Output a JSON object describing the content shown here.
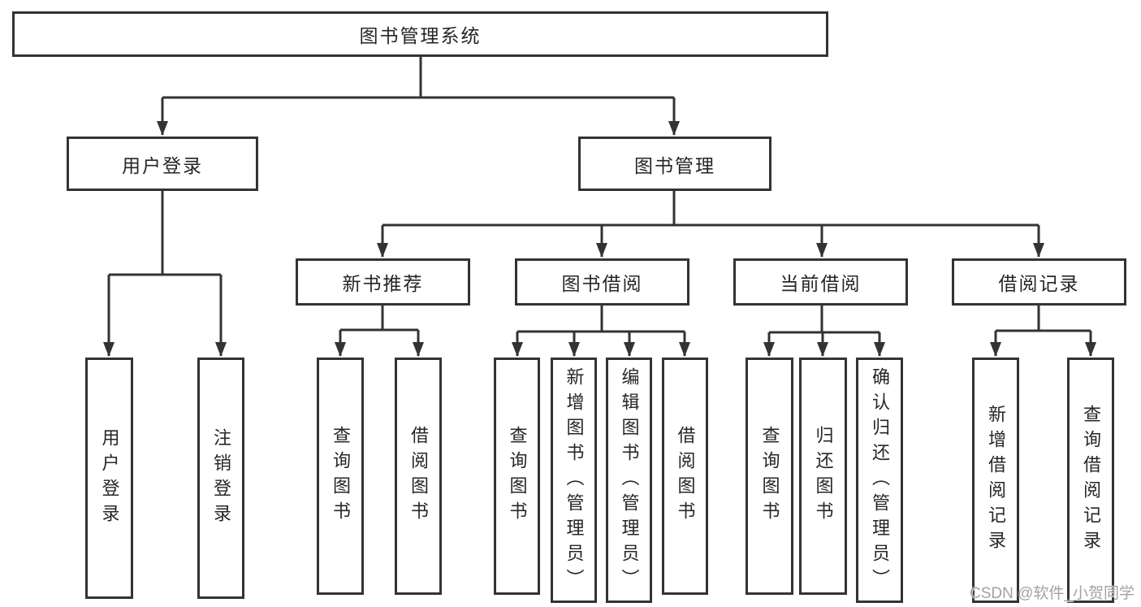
{
  "diagram": {
    "root": {
      "label": "图书管理系统"
    },
    "level2": {
      "user_login": {
        "label": "用户登录"
      },
      "book_mgmt": {
        "label": "图书管理"
      }
    },
    "level3": {
      "new_books": {
        "label": "新书推荐"
      },
      "book_borrow": {
        "label": "图书借阅"
      },
      "current_borrow": {
        "label": "当前借阅"
      },
      "borrow_records": {
        "label": "借阅记录"
      }
    },
    "leaves": {
      "user_login": [
        "用户登录",
        "注销登录"
      ],
      "new_books": [
        "查询图书",
        "借阅图书"
      ],
      "book_borrow": [
        "查询图书",
        "新增图书（管理员）",
        "编辑图书（管理员）",
        "借阅图书"
      ],
      "current_borrow": [
        "查询图书",
        "归还图书",
        "确认归还（管理员）"
      ],
      "borrow_records": [
        "新增借阅记录",
        "查询借阅记录"
      ]
    },
    "watermark": "CSDN @软件_小贺同学",
    "colors": {
      "line": "#333333",
      "box_border": "#333333",
      "text": "#262626",
      "watermark": "#989898",
      "background": "#ffffff"
    }
  }
}
